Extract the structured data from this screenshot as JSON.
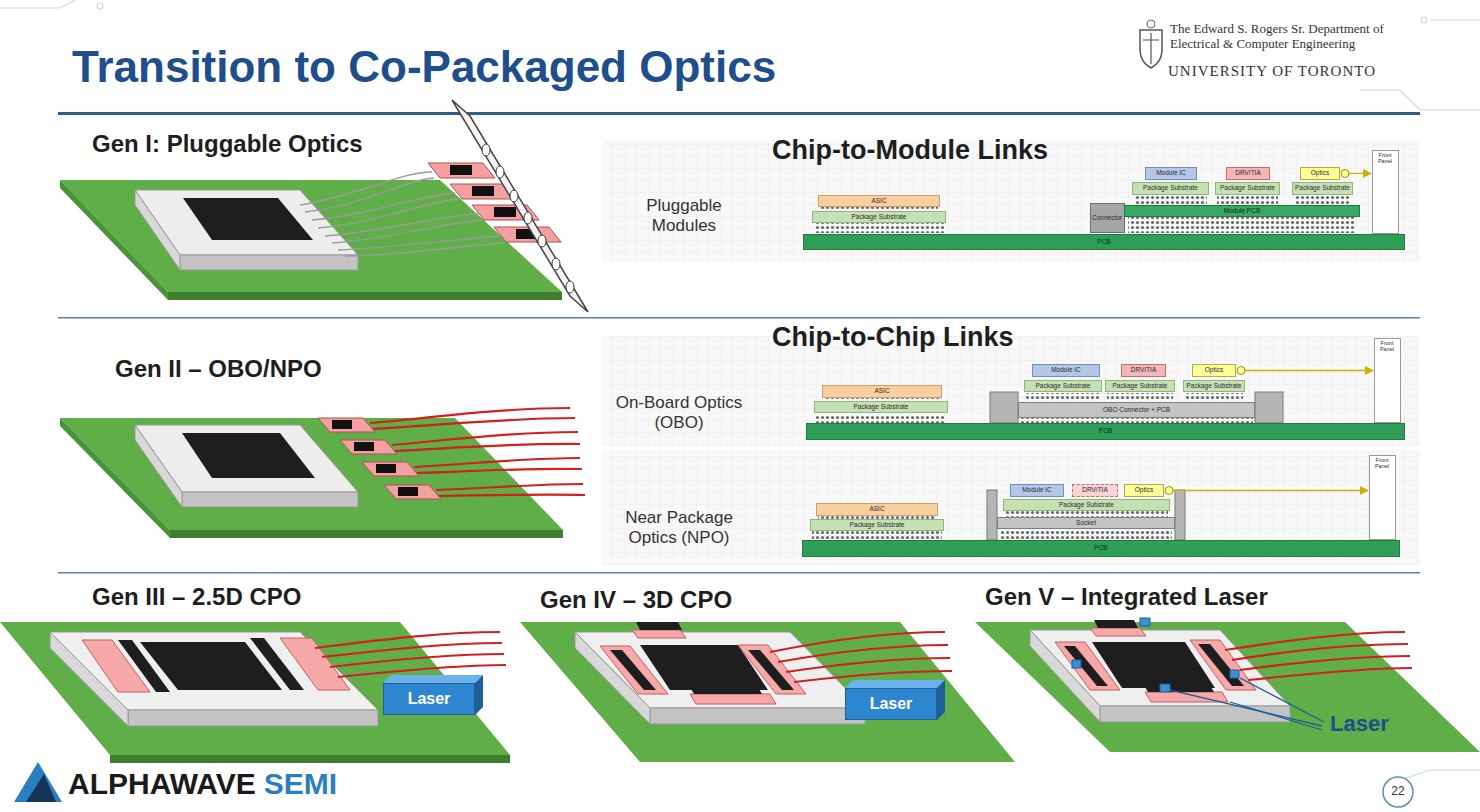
{
  "diagram": {
    "title": "Transition to Co-Packaged Optics",
    "nodes": [
      {
        "text": [
          "ASIC"
        ]
      },
      {
        "text": [
          "Package Substrate"
        ]
      },
      {
        "text": [
          "PCB"
        ]
      },
      {
        "text": [
          "Connector"
        ]
      },
      {
        "text": [
          "Module PCB"
        ]
      },
      {
        "text": [
          "Module IC"
        ]
      },
      {
        "text": [
          "Package Substrate"
        ]
      },
      {
        "text": [
          "DRV/TIA"
        ]
      },
      {
        "text": [
          "Package Substrate"
        ]
      },
      {
        "text": [
          "Optics"
        ]
      },
      {
        "text": [
          "Package Substrate"
        ]
      },
      {
        "text": [
          "Front Panel"
        ]
      },
      {
        "text": [
          "ASIC"
        ]
      },
      {
        "text": [
          "Package Substrate"
        ]
      },
      {
        "text": [
          "PCB"
        ]
      },
      {
        "text": [
          "OBO Connector + PCB"
        ]
      },
      {
        "text": [
          "Module IC"
        ]
      },
      {
        "text": [
          "Package Substrate"
        ]
      },
      {
        "text": [
          "DRV/TIA"
        ]
      },
      {
        "text": [
          "Package Substrate"
        ]
      },
      {
        "text": [
          "Optics"
        ]
      },
      {
        "text": [
          "Package Substrate"
        ]
      },
      {
        "text": [
          "Front Panel"
        ]
      },
      {
        "text": [
          "ASIC"
        ]
      },
      {
        "text": [
          "Package Substrate"
        ]
      },
      {
        "text": [
          "PCB"
        ]
      },
      {
        "text": [
          "Module IC"
        ]
      },
      {
        "text": [
          "DRV/TIA"
        ]
      },
      {
        "text": [
          "Optics"
        ]
      },
      {
        "text": [
          "Package Substrate"
        ]
      },
      {
        "text": [
          "Socket"
        ]
      },
      {
        "text": [
          "Front Panel"
        ]
      },
      {
        "text": [
          "Laser"
        ]
      },
      {
        "text": [
          "Laser"
        ]
      }
    ],
    "edges": [
      {
        "from": 9,
        "to": 11,
        "arrow": "to"
      },
      {
        "from": 20,
        "to": 22,
        "arrow": "to"
      },
      {
        "from": 28,
        "to": 31,
        "arrow": "to"
      }
    ],
    "labels": [
      "The Edward S. Rogers Sr. Department of Electrical & Computer Engineering",
      "UNIVERSITY OF TORONTO",
      "Gen I: Pluggable Optics",
      "Chip-to-Module Links",
      "Pluggable Modules",
      "Gen II – OBO/NPO",
      "Chip-to-Chip Links",
      "On-Board Optics (OBO)",
      "Near Package Optics (NPO)",
      "Gen III – 2.5D CPO",
      "Gen IV – 3D CPO",
      "Gen V – Integrated Laser",
      "Laser",
      "ALPHAWAVE",
      "SEMI",
      "22"
    ]
  }
}
